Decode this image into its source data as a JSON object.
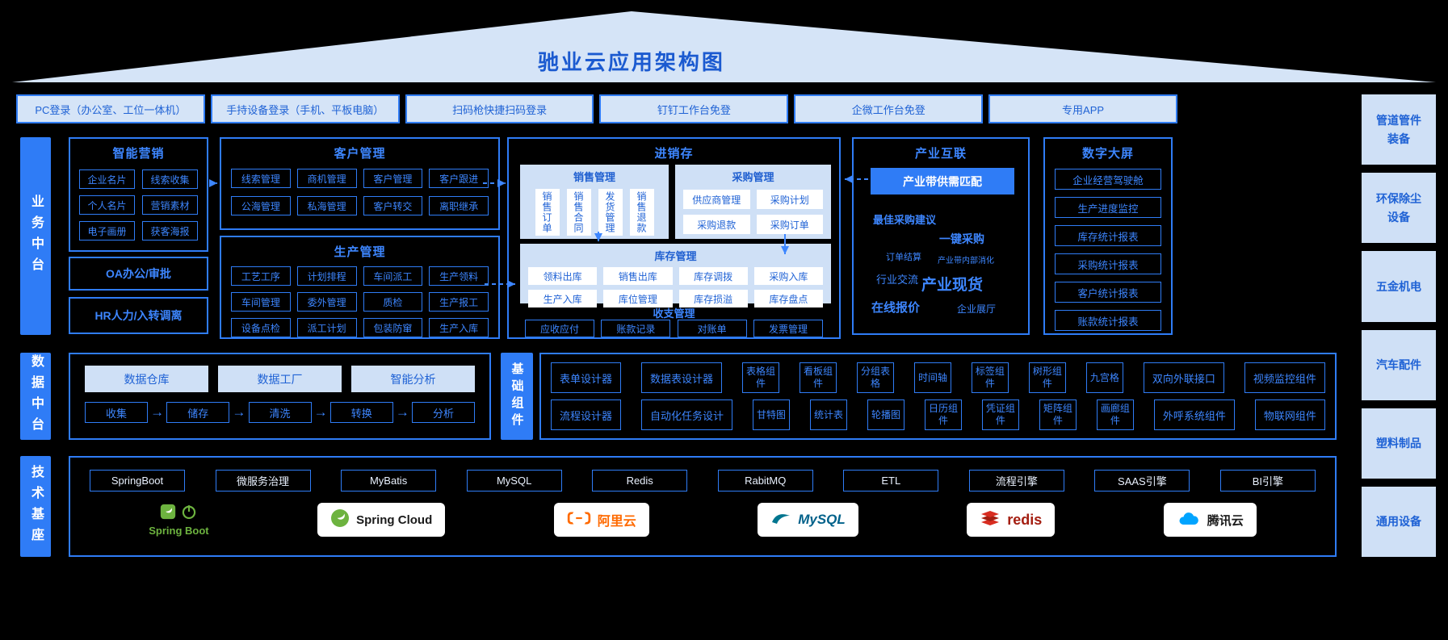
{
  "title": "驰业云应用架构图",
  "access_row": [
    "PC登录（办公室、工位一体机）",
    "手持设备登录（手机、平板电脑）",
    "扫码枪快捷扫码登录",
    "钉钉工作台免登",
    "企微工作台免登",
    "专用APP"
  ],
  "right_sidebar": [
    "管道管件装备",
    "环保除尘设备",
    "五金机电",
    "汽车配件",
    "塑料制品",
    "通用设备"
  ],
  "left_labels": {
    "business": "业务中台",
    "data": "数据中台",
    "tech": "技术基座",
    "components": "基础组件"
  },
  "business": {
    "marketing": {
      "title": "智能营销",
      "items": [
        "企业名片",
        "线索收集",
        "个人名片",
        "营销素材",
        "电子画册",
        "获客海报"
      ]
    },
    "oa": "OA办公/审批",
    "hr": "HR人力/入转调离",
    "customer": {
      "title": "客户管理",
      "items": [
        "线索管理",
        "商机管理",
        "客户管理",
        "客户跟进",
        "公海管理",
        "私海管理",
        "客户转交",
        "离职继承"
      ]
    },
    "production": {
      "title": "生产管理",
      "items": [
        "工艺工序",
        "计划排程",
        "车间派工",
        "生产领料",
        "车间管理",
        "委外管理",
        "质检",
        "生产报工",
        "设备点检",
        "派工计划",
        "包装防窜",
        "生产入库"
      ]
    },
    "psi": {
      "title": "进销存",
      "sales": {
        "title": "销售管理",
        "items": [
          "销售订单",
          "销售合同",
          "发货管理",
          "销售退款"
        ]
      },
      "purchase": {
        "title": "采购管理",
        "items": [
          "供应商管理",
          "采购计划",
          "采购退款",
          "采购订单"
        ]
      },
      "inventory": {
        "title": "库存管理",
        "items": [
          "领料出库",
          "销售出库",
          "库存调拨",
          "采购入库",
          "生产入库",
          "库位管理",
          "库存损溢",
          "库存盘点"
        ]
      },
      "finance": {
        "title": "收支管理",
        "items": [
          "应收应付",
          "账款记录",
          "对账单",
          "发票管理"
        ]
      }
    },
    "industry": {
      "title": "产业互联",
      "highlight": "产业带供需匹配",
      "cloud": [
        "最佳采购建议",
        "一键采购",
        "订单结算",
        "产业带内部消化",
        "行业交流",
        "产业现货",
        "在线报价",
        "企业展厅"
      ]
    },
    "screen": {
      "title": "数字大屏",
      "items": [
        "企业经营驾驶舱",
        "生产进度监控",
        "库存统计报表",
        "采购统计报表",
        "客户统计报表",
        "账款统计报表"
      ]
    }
  },
  "data_platform": {
    "blocks": [
      "数据仓库",
      "数据工厂",
      "智能分析"
    ],
    "flow": [
      "收集",
      "储存",
      "清洗",
      "转换",
      "分析"
    ]
  },
  "components": {
    "row1": [
      {
        "label": "表单设计器"
      },
      {
        "label": "数据表设计器"
      },
      {
        "label": "表格组件",
        "narrow": true
      },
      {
        "label": "看板组件",
        "narrow": true
      },
      {
        "label": "分组表格",
        "narrow": true
      },
      {
        "label": "时间轴",
        "narrow": true
      },
      {
        "label": "标签组件",
        "narrow": true
      },
      {
        "label": "树形组件",
        "narrow": true
      },
      {
        "label": "九宫格",
        "narrow": true
      },
      {
        "label": "双向外联接口"
      },
      {
        "label": "视频监控组件"
      }
    ],
    "row2": [
      {
        "label": "流程设计器"
      },
      {
        "label": "自动化任务设计"
      },
      {
        "label": "甘特图",
        "narrow": true
      },
      {
        "label": "统计表",
        "narrow": true
      },
      {
        "label": "轮播图",
        "narrow": true
      },
      {
        "label": "日历组件",
        "narrow": true
      },
      {
        "label": "凭证组件",
        "narrow": true
      },
      {
        "label": "矩阵组件",
        "narrow": true
      },
      {
        "label": "画廊组件",
        "narrow": true
      },
      {
        "label": "外呼系统组件"
      },
      {
        "label": "物联网组件"
      }
    ]
  },
  "tech": {
    "boxes": [
      "SpringBoot",
      "微服务治理",
      "MyBatis",
      "MySQL",
      "Redis",
      "RabitMQ",
      "ETL",
      "流程引擎",
      "SAAS引擎",
      "BI引擎"
    ],
    "logos": [
      {
        "name": "spring-boot",
        "label": "Spring Boot"
      },
      {
        "name": "spring-cloud",
        "label": "Spring Cloud"
      },
      {
        "name": "aliyun",
        "label": "阿里云"
      },
      {
        "name": "mysql",
        "label": "MySQL"
      },
      {
        "name": "redis",
        "label": "redis"
      },
      {
        "name": "tencent-cloud",
        "label": "腾讯云"
      }
    ]
  },
  "colors": {
    "accent_blue": "#2f7cf6",
    "text_blue": "#3d86ff",
    "panel_light": "#cfe0f6",
    "roof_light": "#d5e4f7",
    "spring_green": "#6db33f",
    "aliyun_orange": "#ff6a00",
    "redis_red": "#d82c20",
    "tencent_blue": "#00a4ff"
  }
}
